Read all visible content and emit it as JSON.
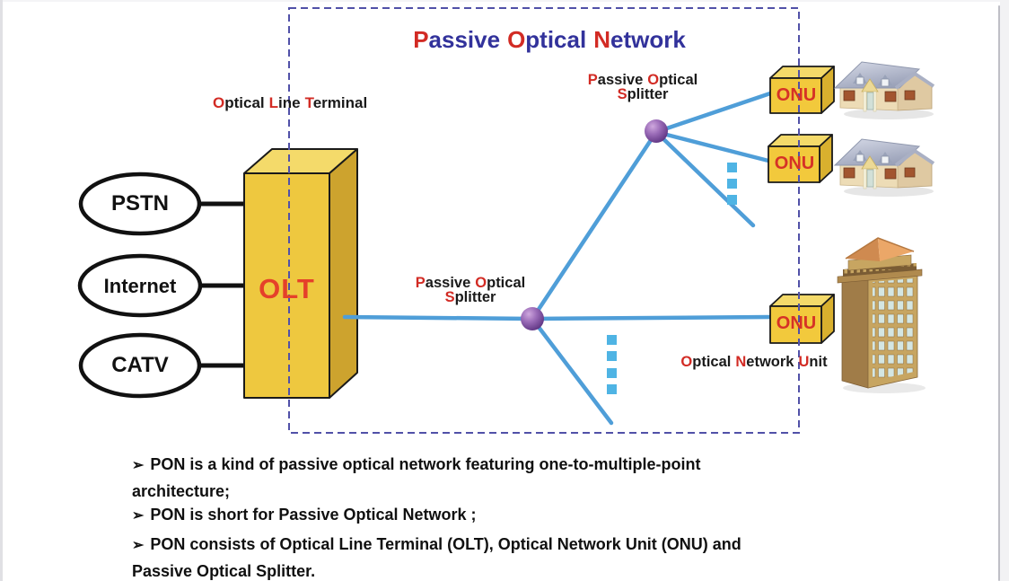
{
  "title": {
    "words": [
      {
        "first": "P",
        "rest": "assive"
      },
      {
        "first": "O",
        "rest": "ptical"
      },
      {
        "first": "N",
        "rest": "etwork"
      }
    ]
  },
  "labels": {
    "olt_terminal": {
      "words": [
        {
          "first": "O",
          "rest": "ptical"
        },
        {
          "first": "L",
          "rest": "ine"
        },
        {
          "first": "T",
          "rest": "erminal"
        }
      ]
    },
    "splitter": {
      "line1": [
        {
          "first": "P",
          "rest": "assive"
        },
        {
          "first": "O",
          "rest": "ptical"
        }
      ],
      "line2": [
        {
          "first": "S",
          "rest": "plitter"
        }
      ]
    },
    "onu_unit": {
      "words": [
        {
          "first": "O",
          "rest": "ptical"
        },
        {
          "first": "N",
          "rest": "etwork"
        },
        {
          "first": "U",
          "rest": "nit"
        }
      ]
    }
  },
  "nodes": {
    "sources": [
      "PSTN",
      "Internet",
      "CATV"
    ],
    "olt": "OLT",
    "onu": "ONU"
  },
  "bullets": {
    "glyph": "➢",
    "items": [
      {
        "line1": "PON is a kind of passive optical network featuring one-to-multiple-point",
        "line2": "architecture;"
      },
      {
        "line1": "PON is short for Passive Optical Network ;",
        "line2": ""
      },
      {
        "line1": "PON consists of Optical Line Terminal (OLT), Optical Network Unit (ONU) and",
        "line2": "Passive Optical Splitter."
      }
    ]
  },
  "colors": {
    "accent_red": "#d22b24",
    "title_navy": "#32329b",
    "fiber_blue": "#4f9ed8",
    "box_yellow": "#eec83f",
    "dashed_border": "#5151a8",
    "sphere_purple": "#8a5aa8",
    "onu_text_red": "#d63226"
  }
}
